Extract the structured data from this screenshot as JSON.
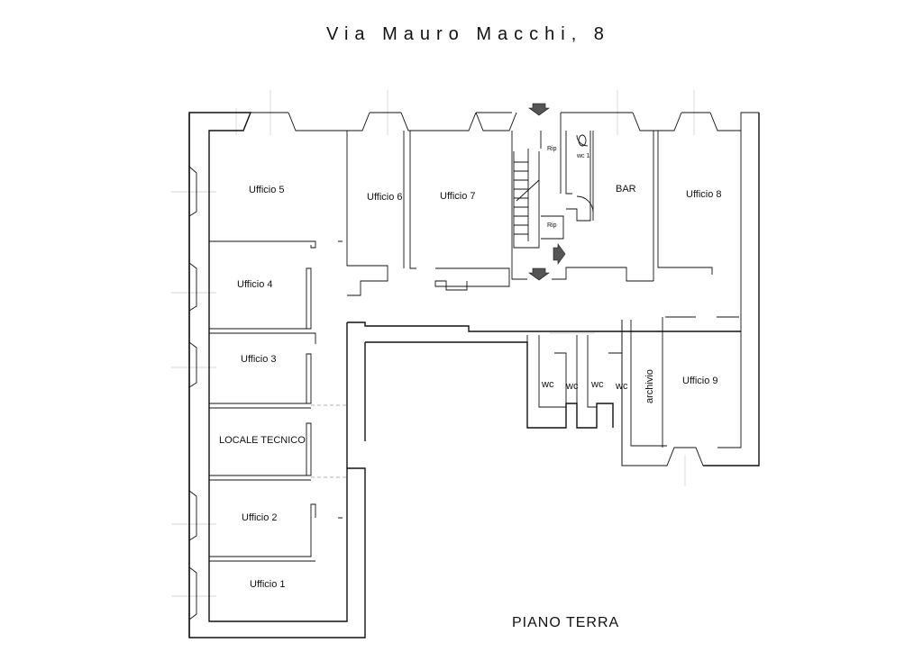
{
  "street_title": "Via Mauro Macchi, 8",
  "floor_title": "PIANO  TERRA",
  "rooms": {
    "ufficio_1": "Ufficio 1",
    "ufficio_2": "Ufficio 2",
    "ufficio_3": "Ufficio 3",
    "ufficio_4": "Ufficio 4",
    "ufficio_5": "Ufficio 5",
    "ufficio_6": "Ufficio 6",
    "ufficio_7": "Ufficio 7",
    "ufficio_8": "Ufficio 8",
    "ufficio_9": "Ufficio 9",
    "locale_tecnico": "LOCALE TECNICO",
    "bar": "BAR",
    "archivio": "archivio",
    "wc_a": "wc",
    "wc_b": "wc",
    "wc_c": "wc",
    "wc_d": "wc",
    "wc_1": "wc 1",
    "rip_top": "Rip",
    "rip_bottom": "Rip"
  }
}
